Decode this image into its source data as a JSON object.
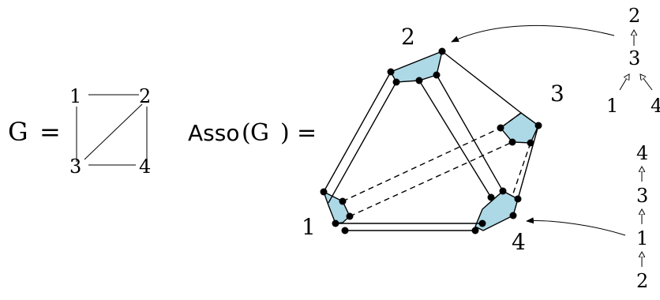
{
  "left_graph": {
    "name": "G",
    "equals": "=",
    "vertices": [
      "1",
      "2",
      "3",
      "4"
    ]
  },
  "assoc": {
    "name_sans": "Asso",
    "open_paren": "(",
    "arg": "G",
    "close_paren": ")",
    "equals": "=",
    "corner_labels": [
      "1",
      "2",
      "3",
      "4"
    ]
  },
  "tree_top": {
    "labels": [
      "2",
      "3",
      "1",
      "4"
    ]
  },
  "tree_bottom": {
    "labels": [
      "4",
      "3",
      "1",
      "2"
    ]
  },
  "colors": {
    "face_fill": "#add8e6",
    "stroke": "#000000"
  }
}
